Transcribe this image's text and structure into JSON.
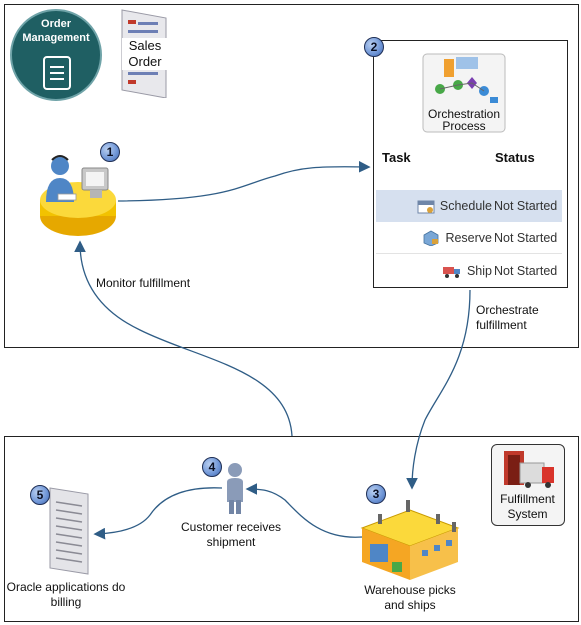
{
  "order_management": {
    "label": "Order Management"
  },
  "sales_order": {
    "label": "Sales Order"
  },
  "steps": [
    "1",
    "2",
    "3",
    "4",
    "5"
  ],
  "orchestration": {
    "label": "Orchestration Process",
    "columns": {
      "task": "Task",
      "status": "Status"
    },
    "rows": [
      {
        "task": "Schedule",
        "status": "Not Started",
        "icon": "calendar-icon"
      },
      {
        "task": "Reserve",
        "status": "Not Started",
        "icon": "box-lock-icon"
      },
      {
        "task": "Ship",
        "status": "Not Started",
        "icon": "truck-icon"
      }
    ]
  },
  "flows": {
    "monitor": "Monitor fulfillment",
    "orchestrate": "Orchestrate fulfillment",
    "customer": "Customer receives shipment",
    "warehouse": "Warehouse picks and ships",
    "billing": "Oracle applications do billing"
  },
  "fulfillment_system": {
    "label": "Fulfillment System"
  },
  "colors": {
    "accent": "#2f5d86",
    "badge": "#6d94d6",
    "highlight_row": "#d6e0ef",
    "om_circle": "#1f5f63"
  }
}
